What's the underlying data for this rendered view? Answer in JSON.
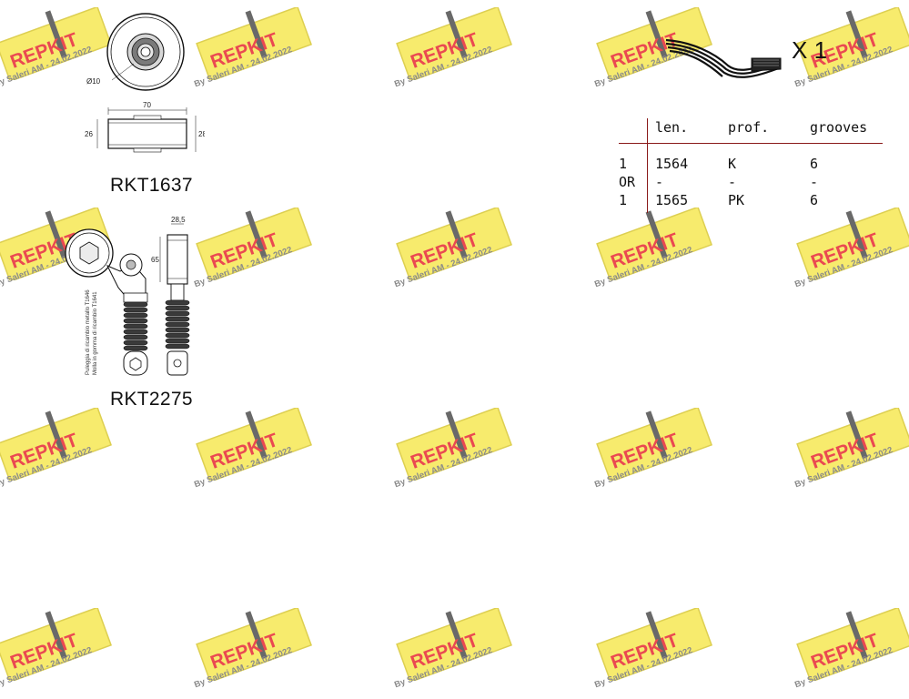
{
  "watermark": {
    "brand": "REPKIT",
    "subtitle": "By Saleri AM - 24.02.2022",
    "colors": {
      "badge": "#f6e95a",
      "badge_border": "#d9c93a",
      "brand_text": "#e8303a",
      "subtitle_text": "#7b7b7b"
    }
  },
  "parts": [
    {
      "code": "RKT1637",
      "drawing": {
        "diameter_label": "Ø10",
        "width_label": "70",
        "left_label": "26",
        "right_label": "28"
      }
    },
    {
      "code": "RKT2275",
      "drawing": {
        "width_label": "28,5",
        "height_label": "65",
        "note_line_1": "Puleggia di ricambio metallo T1646",
        "note_line_2": "Molla in gomma di ricambio T1641"
      }
    }
  ],
  "belt": {
    "quantity": "X 1",
    "table": {
      "headers": [
        "",
        "len.",
        "prof.",
        "grooves"
      ],
      "rows": [
        [
          "1",
          "1564",
          "K",
          "6"
        ],
        [
          "OR",
          "-",
          "-",
          "-"
        ],
        [
          "1",
          "1565",
          "PK",
          "6"
        ]
      ]
    }
  }
}
